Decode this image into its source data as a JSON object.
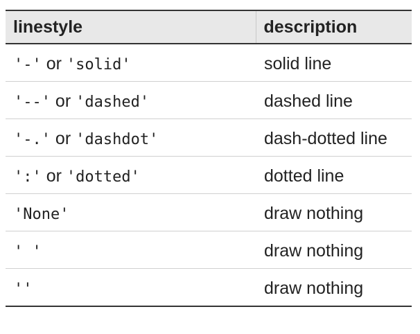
{
  "table": {
    "headers": [
      "linestyle",
      "description"
    ],
    "rows": [
      {
        "code": "'-'",
        "or": " or ",
        "alt": "'solid'",
        "description": "solid line"
      },
      {
        "code": "'--'",
        "or": " or ",
        "alt": "'dashed'",
        "description": "dashed line"
      },
      {
        "code": "'-.'",
        "or": " or ",
        "alt": "'dashdot'",
        "description": "dash-dotted line"
      },
      {
        "code": "':'",
        "or": " or ",
        "alt": "'dotted'",
        "description": "dotted line"
      },
      {
        "code": "'None'",
        "or": "",
        "alt": "",
        "description": "draw nothing"
      },
      {
        "code": "' '",
        "or": "",
        "alt": "",
        "description": "draw nothing"
      },
      {
        "code": "''",
        "or": "",
        "alt": "",
        "description": "draw nothing"
      }
    ]
  }
}
